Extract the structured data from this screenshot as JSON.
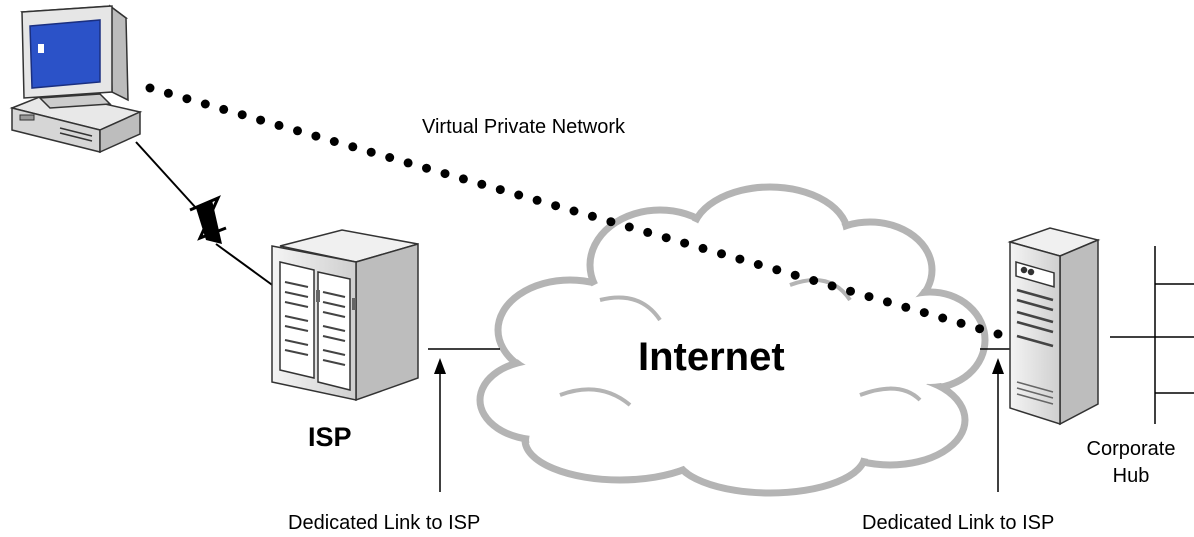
{
  "labels": {
    "vpn": "Virtual Private Network",
    "internet": "Internet",
    "isp": "ISP",
    "corporate_hub_line1": "Corporate",
    "corporate_hub_line2": "Hub",
    "dedicated_link_left": "Dedicated Link to ISP",
    "dedicated_link_right": "Dedicated Link to ISP"
  },
  "colors": {
    "screen": "#2b52c8",
    "cloud_outline": "#b4b4b4",
    "cloud_fill": "#ffffff",
    "server_body": "#e6e6e6",
    "line": "#000000"
  },
  "icons": [
    "desktop-computer-icon",
    "isp-server-rack-icon",
    "corporate-server-icon",
    "internet-cloud-icon",
    "lightning-bolt-icon"
  ]
}
